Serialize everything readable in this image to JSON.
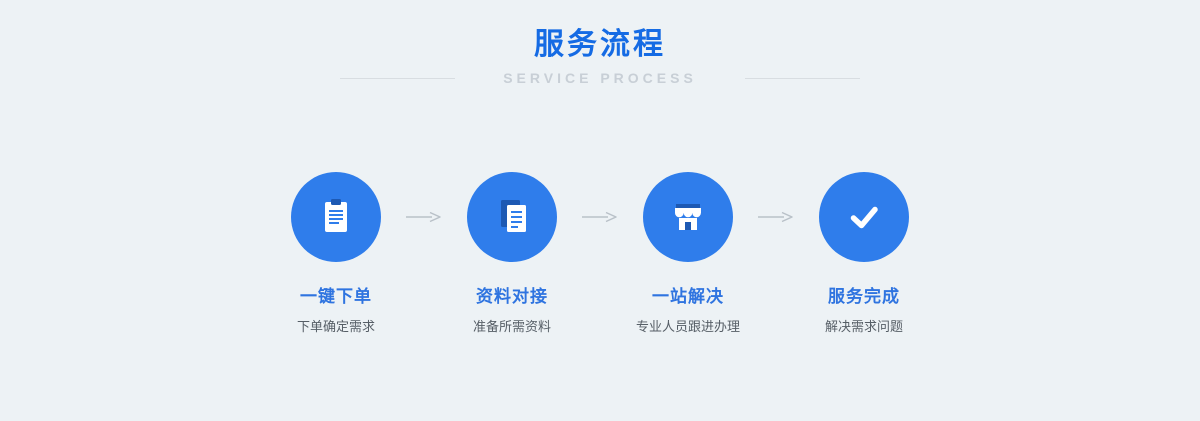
{
  "header": {
    "title": "服务流程",
    "subtitle": "SERVICE  PROCESS"
  },
  "steps": [
    {
      "icon": "clipboard-icon",
      "title": "一键下单",
      "desc": "下单确定需求"
    },
    {
      "icon": "documents-icon",
      "title": "资料对接",
      "desc": "准备所需资料"
    },
    {
      "icon": "storefront-icon",
      "title": "一站解决",
      "desc": "专业人员跟进办理"
    },
    {
      "icon": "checkmark-icon",
      "title": "服务完成",
      "desc": "解决需求问题"
    }
  ],
  "colors": {
    "background": "#edf2f5",
    "accent": "#2f7deb",
    "icon_dark_blue": "#1d59b3",
    "title_blue": "#156be4",
    "subtitle_gray": "#c8cfd6",
    "desc_gray": "#565e66",
    "arrow_gray": "#b9c1c8"
  }
}
